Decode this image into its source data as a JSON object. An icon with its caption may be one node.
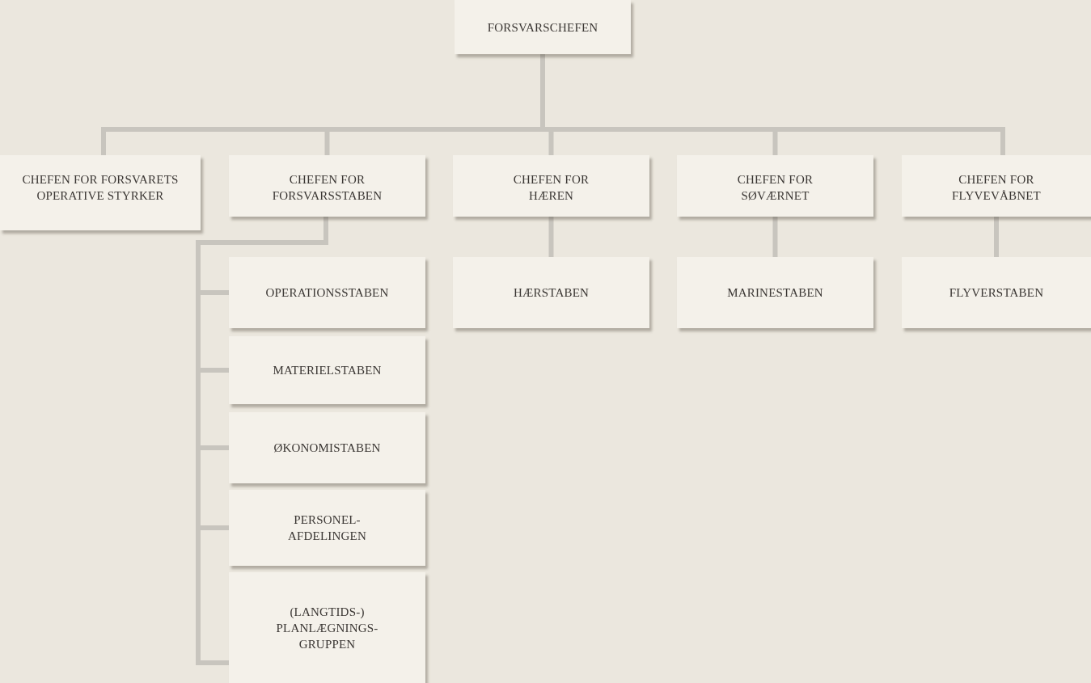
{
  "diagram": {
    "nodes": [
      {
        "text": [
          "FORSVARSCHEFEN"
        ]
      },
      {
        "text": [
          "CHEFEN FOR FORSVARETS OPERATIVE STYRKER"
        ]
      },
      {
        "text": [
          "CHEFEN FOR FORSVARSSTABEN"
        ]
      },
      {
        "text": [
          "CHEFEN FOR HÆREN"
        ]
      },
      {
        "text": [
          "CHEFEN FOR SØVÆRNET"
        ]
      },
      {
        "text": [
          "CHEFEN FOR FLYVEVÅBNET"
        ]
      },
      {
        "text": [
          "OPERATIONSSTABEN"
        ]
      },
      {
        "text": [
          "HÆRSTABEN"
        ]
      },
      {
        "text": [
          "MARINESTABEN"
        ]
      },
      {
        "text": [
          "FLYVERSTABEN"
        ]
      },
      {
        "text": [
          "MATERIELSTABEN"
        ]
      },
      {
        "text": [
          "ØKONOMISTABEN"
        ]
      },
      {
        "text": [
          "PERSONEL- AFDELINGEN"
        ]
      },
      {
        "text": [
          "(LANGTIDS-) PLANLÆGNINGS- GRUPPEN"
        ]
      }
    ],
    "edges": [
      {
        "from": 0,
        "to": 1,
        "arrow": "none"
      },
      {
        "from": 0,
        "to": 2,
        "arrow": "none"
      },
      {
        "from": 0,
        "to": 3,
        "arrow": "none"
      },
      {
        "from": 0,
        "to": 4,
        "arrow": "none"
      },
      {
        "from": 0,
        "to": 5,
        "arrow": "none"
      },
      {
        "from": 2,
        "to": 6,
        "arrow": "none"
      },
      {
        "from": 2,
        "to": 10,
        "arrow": "none"
      },
      {
        "from": 2,
        "to": 11,
        "arrow": "none"
      },
      {
        "from": 2,
        "to": 12,
        "arrow": "none"
      },
      {
        "from": 2,
        "to": 13,
        "arrow": "none"
      },
      {
        "from": 3,
        "to": 7,
        "arrow": "none"
      },
      {
        "from": 4,
        "to": 8,
        "arrow": "none"
      },
      {
        "from": 5,
        "to": 9,
        "arrow": "none"
      }
    ]
  }
}
